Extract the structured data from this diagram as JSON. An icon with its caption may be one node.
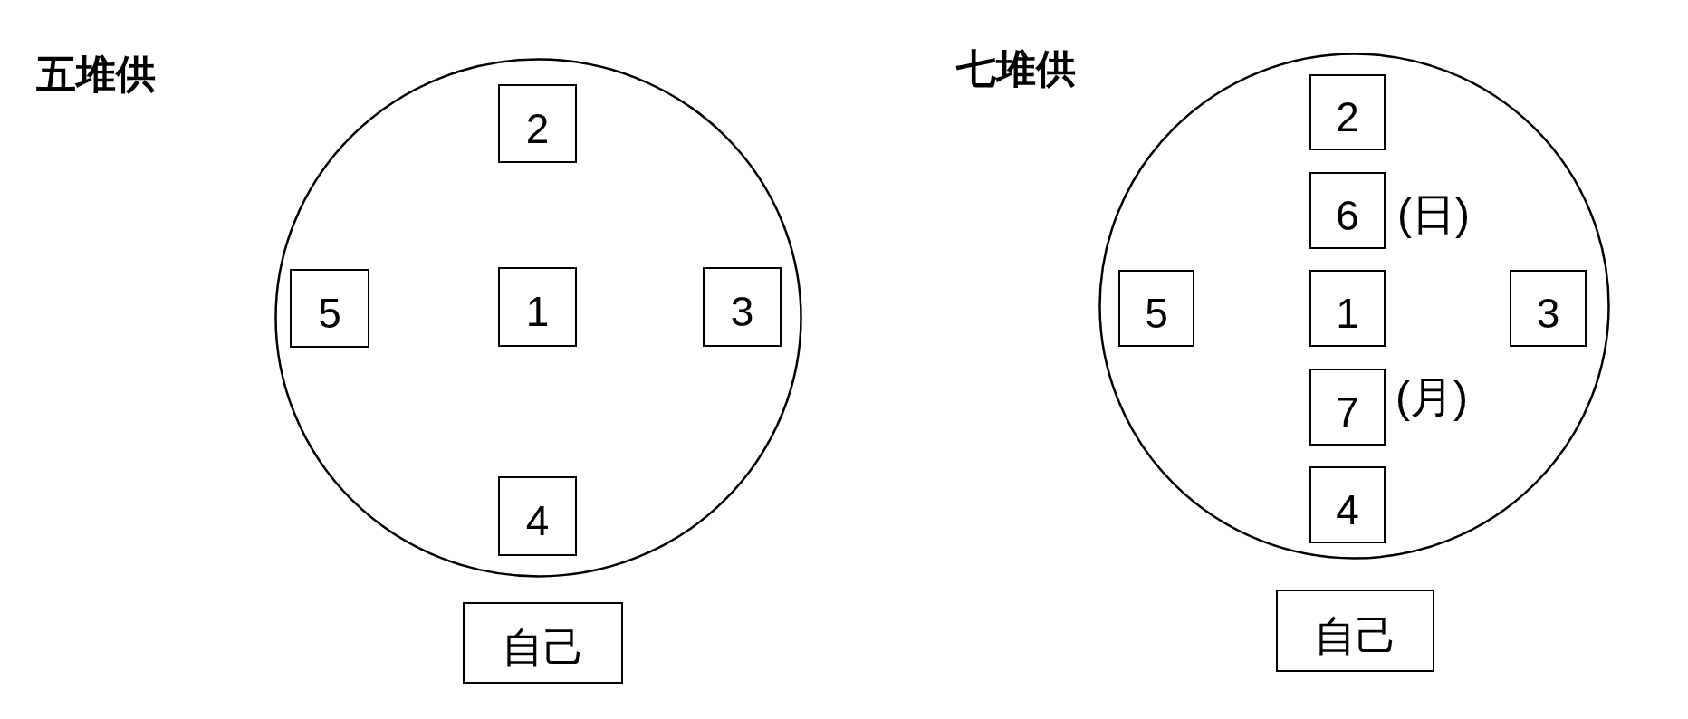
{
  "diagram": {
    "nodes": [
      {
        "text": [],
        "shape": "circle"
      },
      {
        "text": [
          "2"
        ],
        "in": 0
      },
      {
        "text": [
          "5"
        ],
        "in": 0
      },
      {
        "text": [
          "1"
        ],
        "in": 0
      },
      {
        "text": [
          "3"
        ],
        "in": 0
      },
      {
        "text": [
          "4"
        ],
        "in": 0
      },
      {
        "text": [
          "自己"
        ]
      },
      {
        "text": [],
        "shape": "circle"
      },
      {
        "text": [
          "2"
        ],
        "in": 7
      },
      {
        "text": [
          "6"
        ],
        "in": 7,
        "beside": [
          "(日)"
        ]
      },
      {
        "text": [
          "5"
        ],
        "in": 7
      },
      {
        "text": [
          "1"
        ],
        "in": 7
      },
      {
        "text": [
          "3"
        ],
        "in": 7
      },
      {
        "text": [
          "7"
        ],
        "in": 7,
        "beside": [
          "(月)"
        ]
      },
      {
        "text": [
          "4"
        ],
        "in": 7
      },
      {
        "text": [
          "自己"
        ]
      }
    ],
    "labels": [
      "五堆供",
      "七堆供"
    ]
  }
}
